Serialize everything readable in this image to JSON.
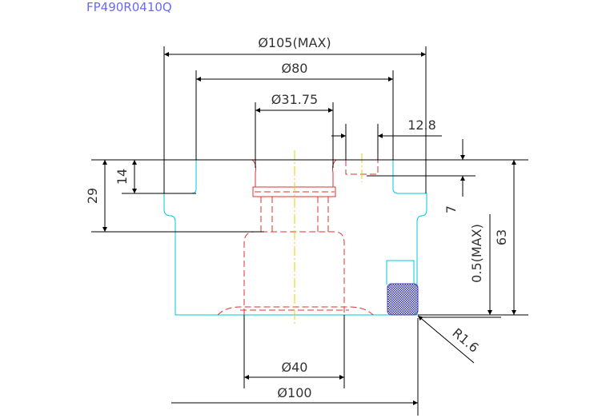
{
  "title": "FP490R0410Q",
  "colors": {
    "dimension": "#000000",
    "outline": "#00c8d8",
    "hidden": "#e03030",
    "centerline": "#e8d000",
    "seal": "#3030a0",
    "title": "#6a6af0"
  },
  "dimensions": {
    "d105": "Ø105(MAX)",
    "d80": "Ø80",
    "d3175": "Ø31.75",
    "d128": "12.8",
    "d14": "14",
    "d29": "29",
    "d7": "7",
    "d05": "0.5(MAX)",
    "d63": "63",
    "r16": "R1.6",
    "d40": "Ø40",
    "d100": "Ø100"
  }
}
